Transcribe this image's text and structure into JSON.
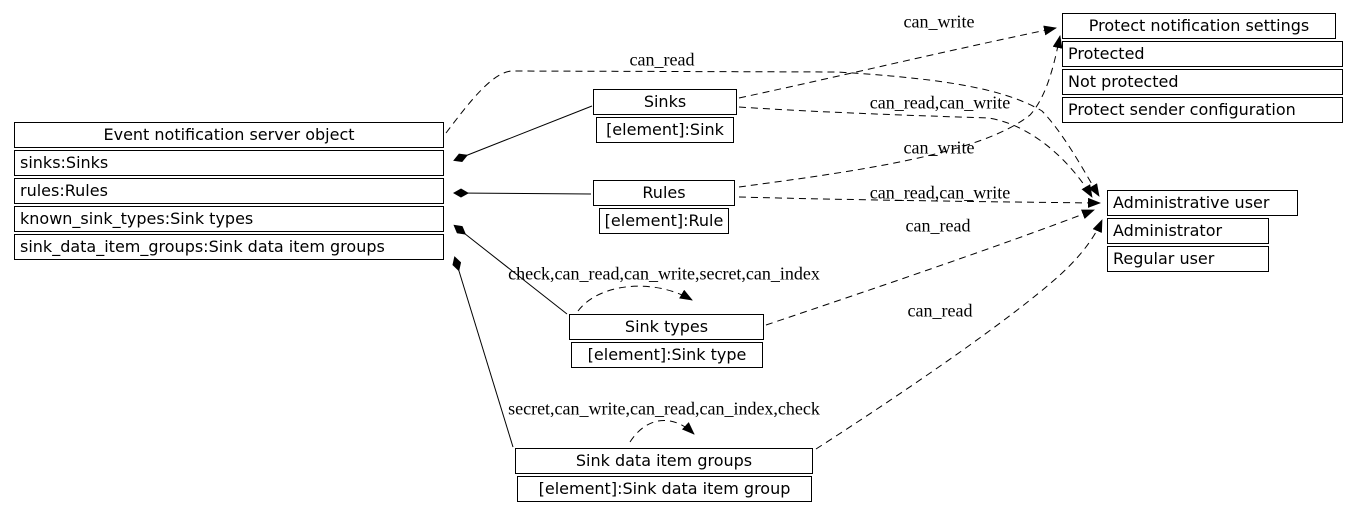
{
  "diagram": {
    "colors": {
      "line": "#000000",
      "background": "#ffffff",
      "box_fill": "#ffffff",
      "text": "#000000"
    },
    "nodes": {
      "server": {
        "title": "Event notification server object",
        "rows": [
          "sinks:Sinks",
          "rules:Rules",
          "known_sink_types:Sink types",
          "sink_data_item_groups:Sink data item groups"
        ]
      },
      "sinks": {
        "title": "Sinks",
        "rows": [
          "[element]:Sink"
        ]
      },
      "rules": {
        "title": "Rules",
        "rows": [
          "[element]:Rule"
        ]
      },
      "sink_types": {
        "title": "Sink types",
        "rows": [
          "[element]:Sink type"
        ]
      },
      "sink_data_item_groups": {
        "title": "Sink data item groups",
        "rows": [
          "[element]:Sink data item group"
        ]
      },
      "protect": {
        "title": "Protect notification settings",
        "rows": [
          "Protected",
          "Not protected",
          "Protect sender configuration"
        ]
      },
      "admin": {
        "title": "Administrative user",
        "rows": [
          "Administrator",
          "Regular user"
        ]
      }
    },
    "edges": [
      {
        "from": "server",
        "to": "admin",
        "label": "can_read",
        "style": "dashed-arrow"
      },
      {
        "from": "sinks",
        "to": "protect",
        "label": "can_write",
        "style": "dashed-arrow"
      },
      {
        "from": "sinks",
        "to": "admin",
        "label": "can_read,can_write",
        "style": "dashed-arrow"
      },
      {
        "from": "rules",
        "to": "protect",
        "label": "can_write",
        "style": "dashed-arrow"
      },
      {
        "from": "rules",
        "to": "admin",
        "label": "can_read,can_write",
        "style": "dashed-arrow"
      },
      {
        "from": "sink_types",
        "to": "admin",
        "label": "can_read",
        "style": "dashed-arrow"
      },
      {
        "from": "sink_data_item_groups",
        "to": "admin",
        "label": "can_read",
        "style": "dashed-arrow"
      },
      {
        "from": "sink_types",
        "to": "sink_types",
        "label": "check,can_read,can_write,secret,can_index",
        "style": "dashed-selfloop"
      },
      {
        "from": "sink_data_item_groups",
        "to": "sink_data_item_groups",
        "label": "secret,can_write,can_read,can_index,check",
        "style": "dashed-selfloop"
      },
      {
        "from": "server",
        "to": "sinks",
        "label": "",
        "style": "solid-diamond"
      },
      {
        "from": "server",
        "to": "rules",
        "label": "",
        "style": "solid-diamond"
      },
      {
        "from": "server",
        "to": "sink_types",
        "label": "",
        "style": "solid-diamond"
      },
      {
        "from": "server",
        "to": "sink_data_item_groups",
        "label": "",
        "style": "solid-diamond"
      }
    ]
  }
}
